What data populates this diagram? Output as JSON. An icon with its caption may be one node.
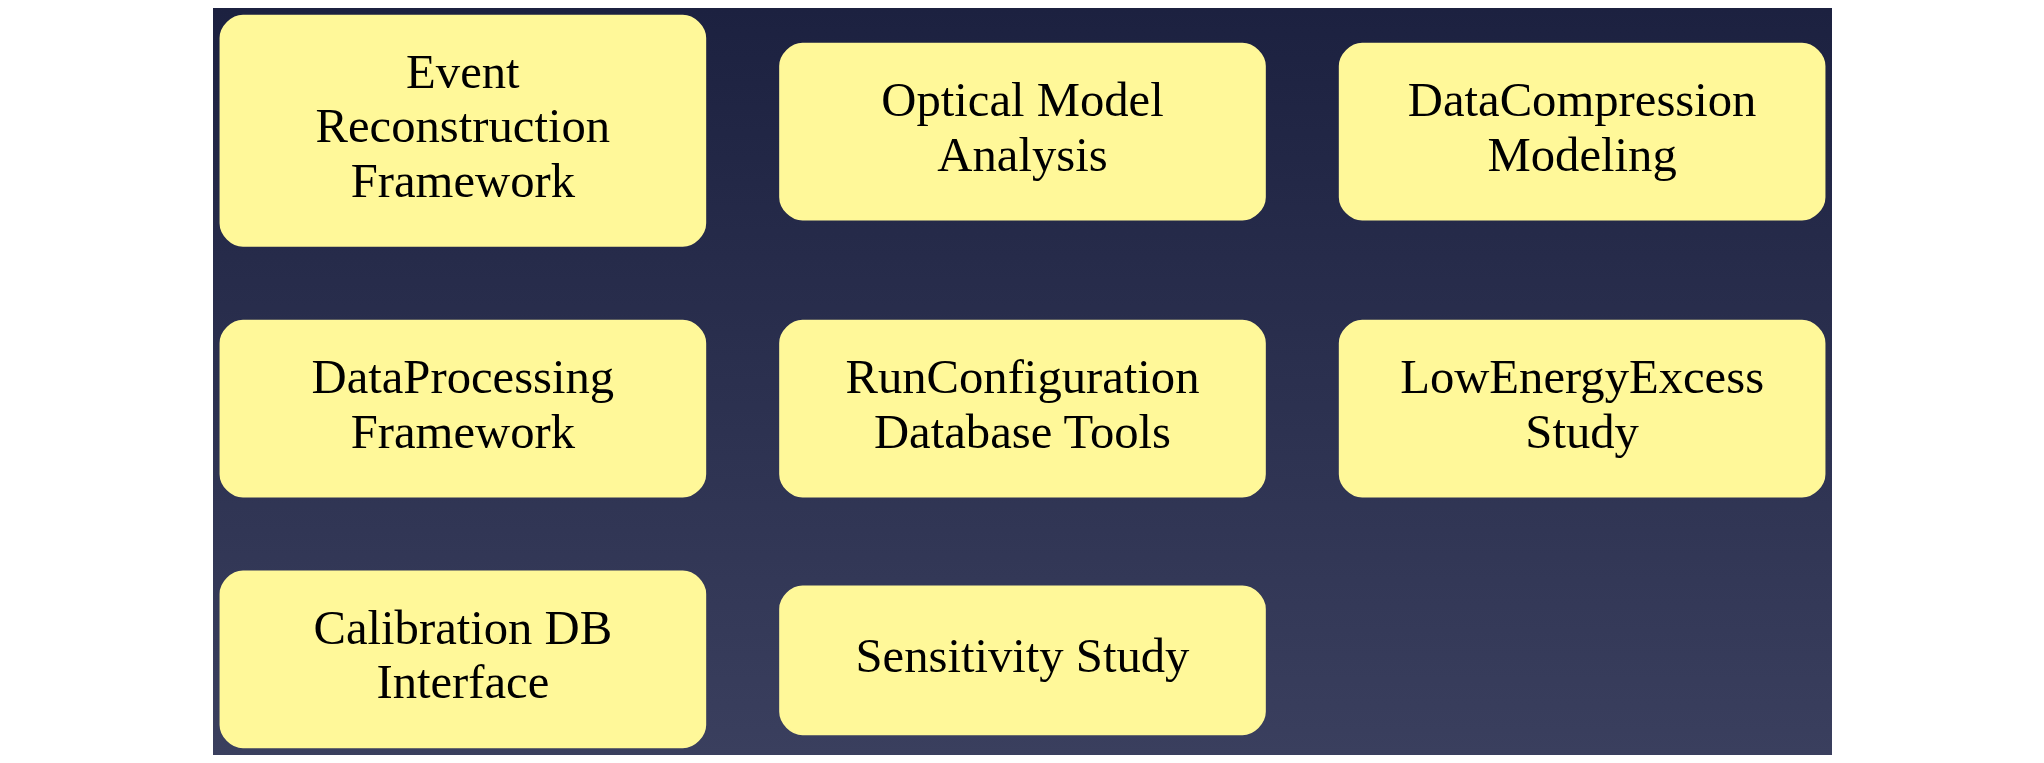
{
  "diagram": {
    "nodes": [
      {
        "text": [
          "Sensitivity Study"
        ]
      },
      {
        "text": [
          "Optical Model Analysis"
        ]
      },
      {
        "text": [
          "DataCompression Modeling"
        ]
      },
      {
        "text": [
          "Event Reconstruction Framework"
        ]
      },
      {
        "text": [
          "DataProcessing Framework"
        ]
      },
      {
        "text": [
          "RunConfiguration Database Tools"
        ]
      },
      {
        "text": [
          "LowEnergyExcess Study"
        ]
      },
      {
        "text": [
          "Calibration DB Interface"
        ]
      }
    ],
    "edges": []
  }
}
